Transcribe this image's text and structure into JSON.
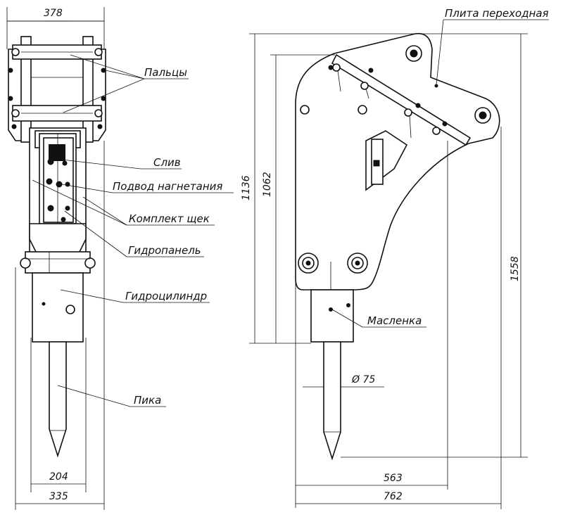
{
  "labels": {
    "adapter_plate": "Плита переходная",
    "pins": "Пальцы",
    "drain": "Слив",
    "pressure_supply": "Подвод нагнетания",
    "cheek_set": "Комплект щек",
    "hydropanel": "Гидропанель",
    "hydrocylinder": "Гидроцилиндр",
    "grease_nipple": "Масленка",
    "chisel": "Пика"
  },
  "dimensions": {
    "front_top_width": "378",
    "front_inner_width": "204",
    "front_total_width": "335",
    "side_height_total": "1136",
    "side_height_body": "1062",
    "side_height_overall": "1558",
    "side_width_body": "563",
    "side_width_total": "762",
    "chisel_diameter": "Ø 75"
  }
}
